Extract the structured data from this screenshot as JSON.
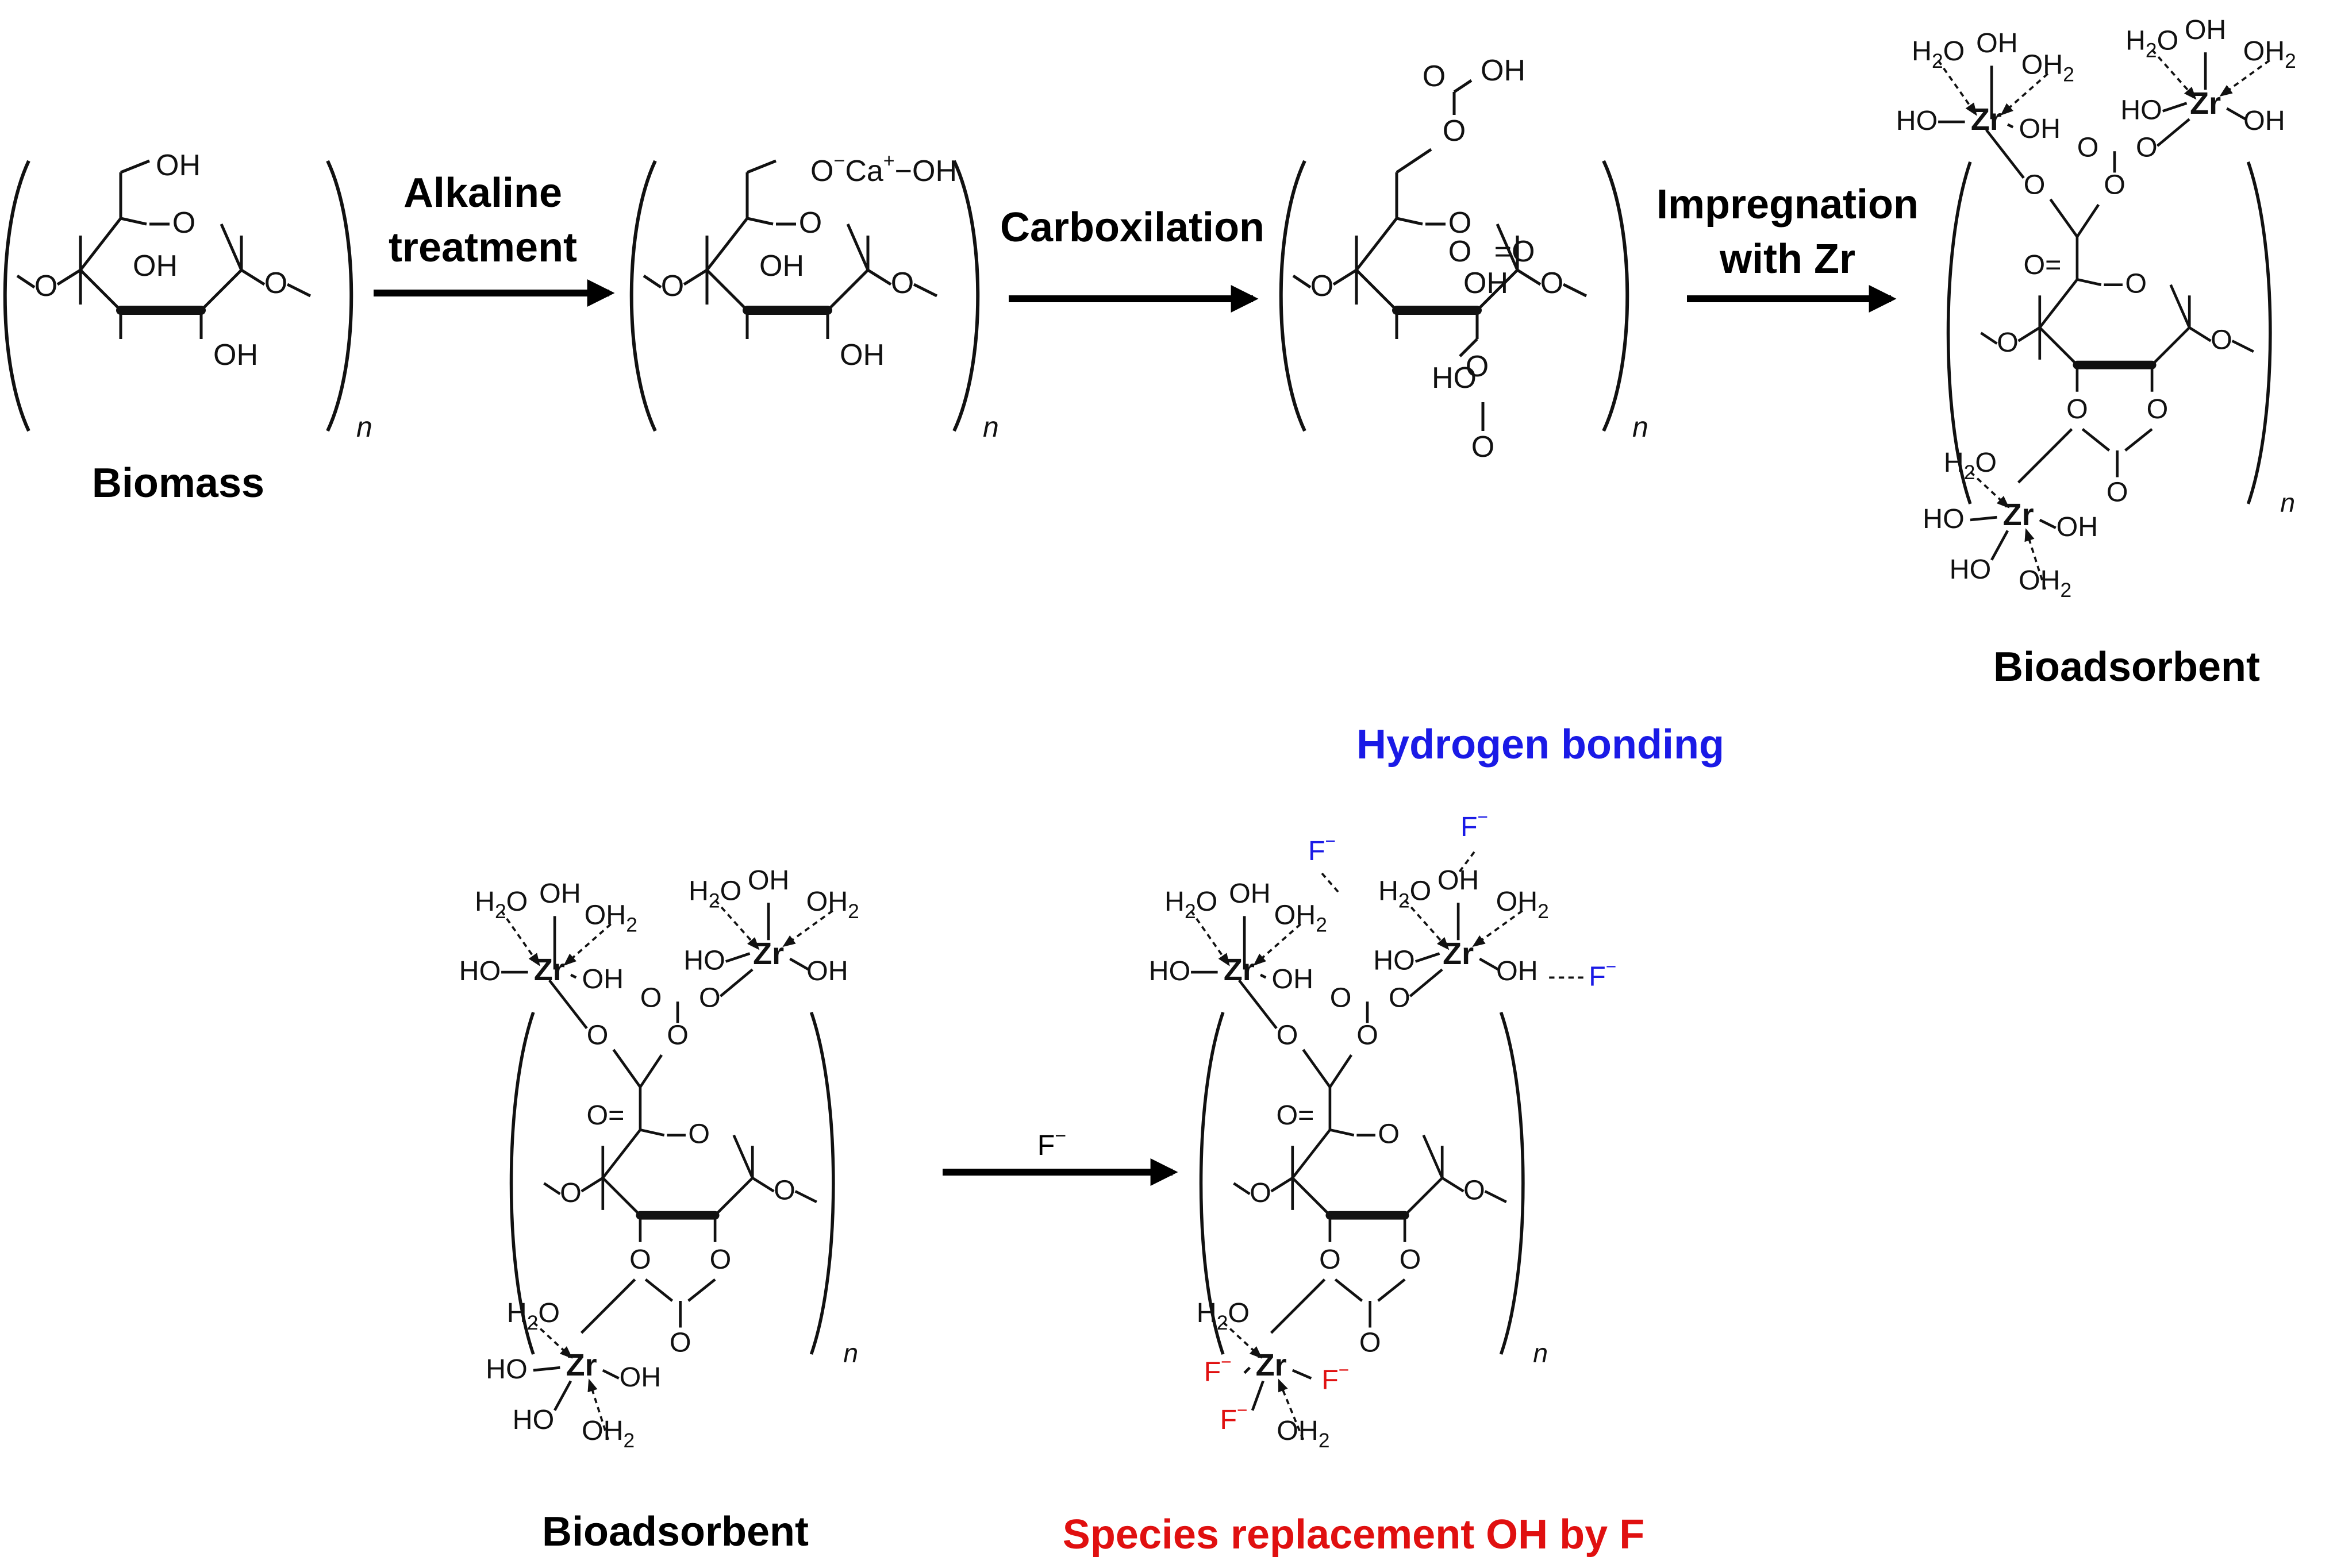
{
  "steps": {
    "alkaline": [
      "Alkaline",
      "treatment"
    ],
    "carboxilation": "Carboxilation",
    "impregnation": [
      "Impregnation",
      "with Zr"
    ],
    "fluoride": "F"
  },
  "captions": {
    "biomass": "Biomass",
    "bioadsorbent_top": "Bioadsorbent",
    "bioadsorbent_bottom": "Bioadsorbent",
    "hydrogen_bonding": "Hydrogen bonding",
    "species_replacement": "Species replacement OH by F"
  },
  "labels": {
    "polymer_index": "n",
    "OH": "OH",
    "HO": "HO",
    "O": "O",
    "Ca": "Ca",
    "H2O_H": "H",
    "H2O_2": "2",
    "H2O_O": "O",
    "OH2_OH": "OH",
    "Zr": "Zr",
    "F": "F",
    "minus": "−",
    "plus": "+"
  },
  "colors": {
    "text": "#111111",
    "hydrogen_bonding": "#1a1ae6",
    "replacement": "#e01010"
  }
}
